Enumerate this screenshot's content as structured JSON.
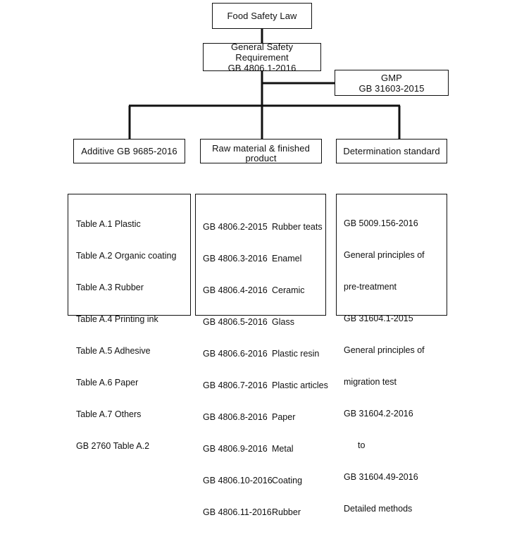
{
  "top": {
    "title": "Food Safety Law"
  },
  "general": {
    "line1": "General Safety Requirement",
    "line2": "GB 4806.1-2016"
  },
  "gmp": {
    "line1": "GMP",
    "line2": "GB 31603-2015"
  },
  "categories": {
    "additive": "Additive GB 9685-2016",
    "raw_line1": "Raw material & finished",
    "raw_line2": "product",
    "determination": "Determination standard"
  },
  "additive_list": [
    "Table A.1 Plastic",
    "Table A.2 Organic coating",
    "Table A.3 Rubber",
    "Table A.4 Printing ink",
    "Table A.5 Adhesive",
    "Table A.6 Paper",
    "Table A.7 Others",
    "GB 2760 Table A.2"
  ],
  "raw_list": [
    {
      "code": "GB 4806.2-2015",
      "name": "Rubber teats"
    },
    {
      "code": "GB 4806.3-2016",
      "name": "Enamel"
    },
    {
      "code": "GB 4806.4-2016",
      "name": "Ceramic"
    },
    {
      "code": "GB 4806.5-2016",
      "name": "Glass"
    },
    {
      "code": "GB 4806.6-2016",
      "name": "Plastic resin"
    },
    {
      "code": "GB 4806.7-2016",
      "name": "Plastic articles"
    },
    {
      "code": "GB 4806.8-2016",
      "name": "Paper"
    },
    {
      "code": "GB 4806.9-2016",
      "name": "Metal"
    },
    {
      "code": "GB 4806.10-2016",
      "name": "Coating"
    },
    {
      "code": "GB 4806.11-2016",
      "name": "Rubber"
    }
  ],
  "determination_list": [
    "GB 5009.156-2016",
    "General principles of",
    "pre-treatment",
    "GB 31604.1-2015",
    "General principles of",
    "migration test",
    "GB 31604.2-2016",
    "to",
    "GB 31604.49-2016",
    "Detailed methods"
  ]
}
